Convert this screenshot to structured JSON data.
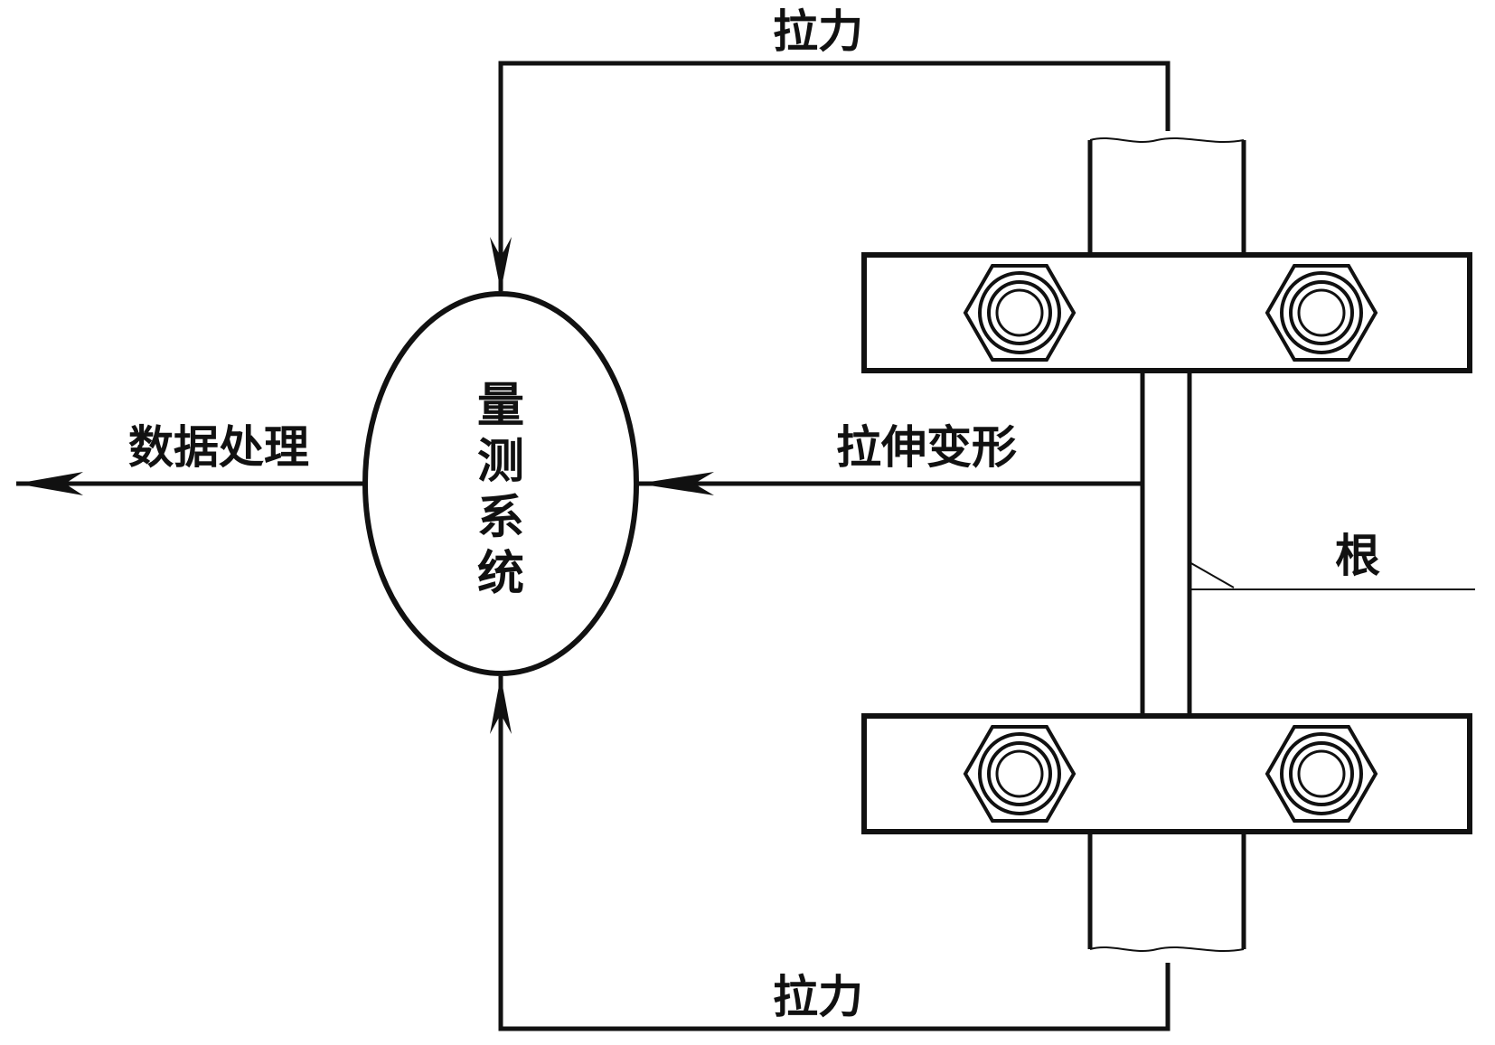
{
  "labels": {
    "top_force": "拉力",
    "bottom_force": "拉力",
    "data_processing": "数据处理",
    "tensile_deformation": "拉伸变形",
    "system_chars": [
      "量",
      "测",
      "系",
      "统"
    ],
    "specimen": "根"
  }
}
